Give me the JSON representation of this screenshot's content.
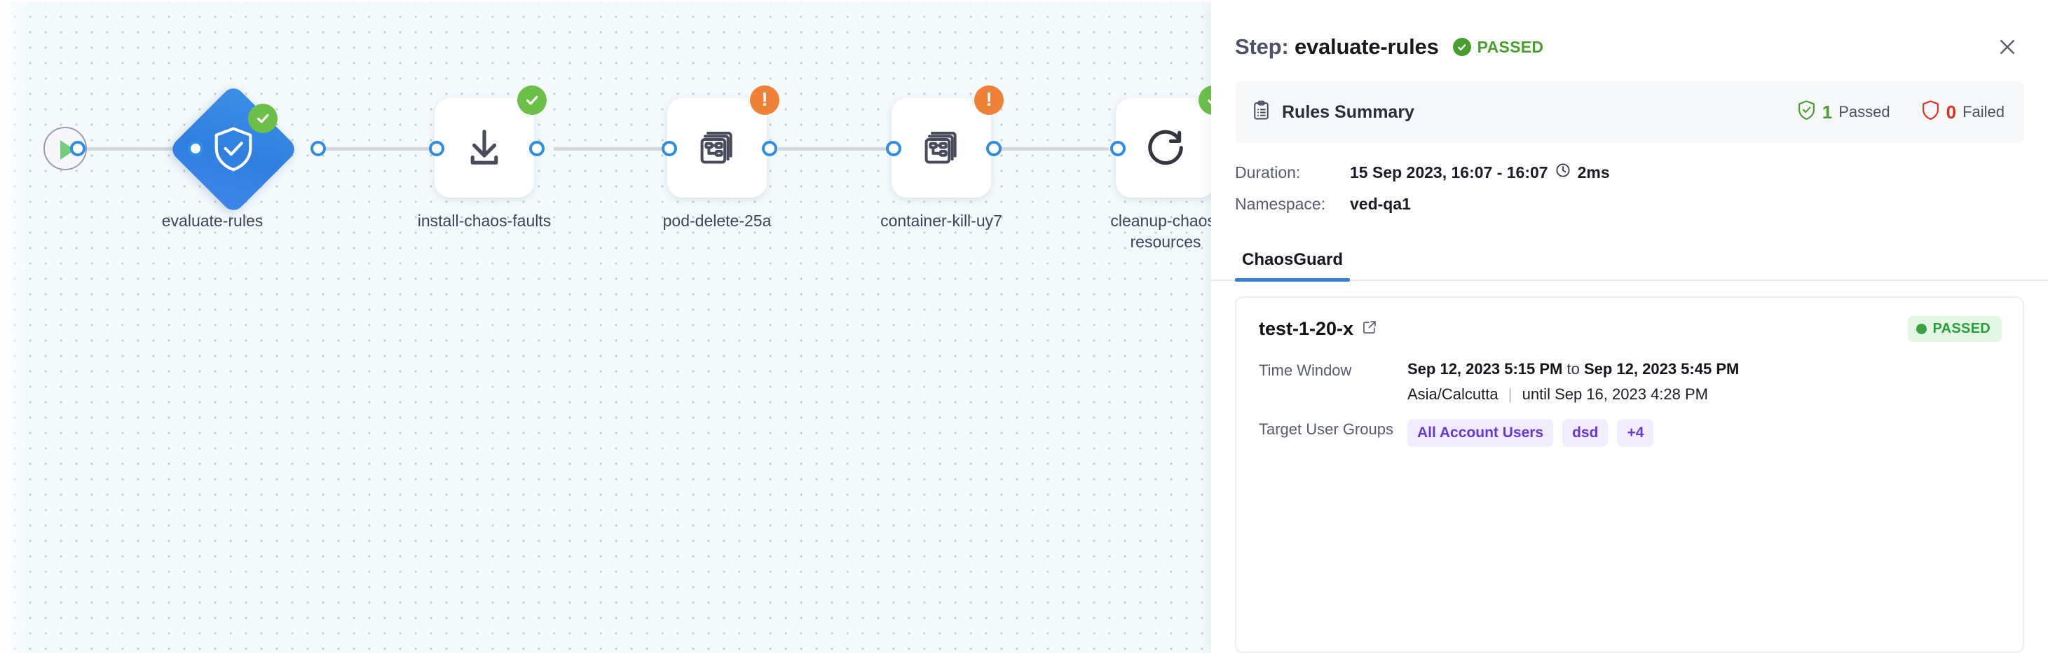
{
  "canvas": {
    "start_node": {
      "name": "start-node",
      "icon": "play-icon"
    },
    "nodes": [
      {
        "label": "evaluate-rules",
        "icon": "shield-check-icon",
        "shape": "diamond",
        "status": "success"
      },
      {
        "label": "install-chaos-faults",
        "icon": "download-icon",
        "shape": "rounded",
        "status": "success"
      },
      {
        "label": "pod-delete-25a",
        "icon": "chaos-fault-icon",
        "shape": "rounded",
        "status": "warning"
      },
      {
        "label": "container-kill-uy7",
        "icon": "chaos-fault-icon",
        "shape": "rounded",
        "status": "warning"
      },
      {
        "label": "cleanup-chaos-resources",
        "icon": "refresh-icon",
        "shape": "rounded",
        "status": "success"
      }
    ]
  },
  "panel": {
    "title_prefix": "Step:",
    "title_name": "evaluate-rules",
    "status": "PASSED",
    "close_label": "✕",
    "rules_summary": {
      "title": "Rules Summary",
      "passed_count": "1",
      "passed_label": "Passed",
      "failed_count": "0",
      "failed_label": "Failed"
    },
    "meta": {
      "duration_key": "Duration:",
      "duration_value": "15 Sep 2023, 16:07 - 16:07",
      "duration_elapsed": "2ms",
      "namespace_key": "Namespace:",
      "namespace_value": "ved-qa1"
    },
    "tabs": [
      {
        "label": "ChaosGuard",
        "active": true
      }
    ],
    "guard_card": {
      "name": "test-1-20-x",
      "external_link_icon": "external-link-icon",
      "status": "PASSED",
      "time_window_key": "Time Window",
      "time_window_start": "Sep 12, 2023 5:15 PM",
      "time_window_join": "to",
      "time_window_end": "Sep 12, 2023 5:45 PM",
      "timezone": "Asia/Calcutta",
      "until_text": "until Sep 16, 2023 4:28 PM",
      "target_groups_key": "Target User Groups",
      "target_groups": [
        "All Account Users",
        "dsd",
        "+4"
      ]
    }
  },
  "colors": {
    "accent_blue": "#3a7fd5",
    "success_green": "#4a9d2f",
    "warning_orange": "#ef8037",
    "fail_red": "#d93025",
    "chip_purple": "#6938d3",
    "canvas_bg": "#f4fafc"
  }
}
